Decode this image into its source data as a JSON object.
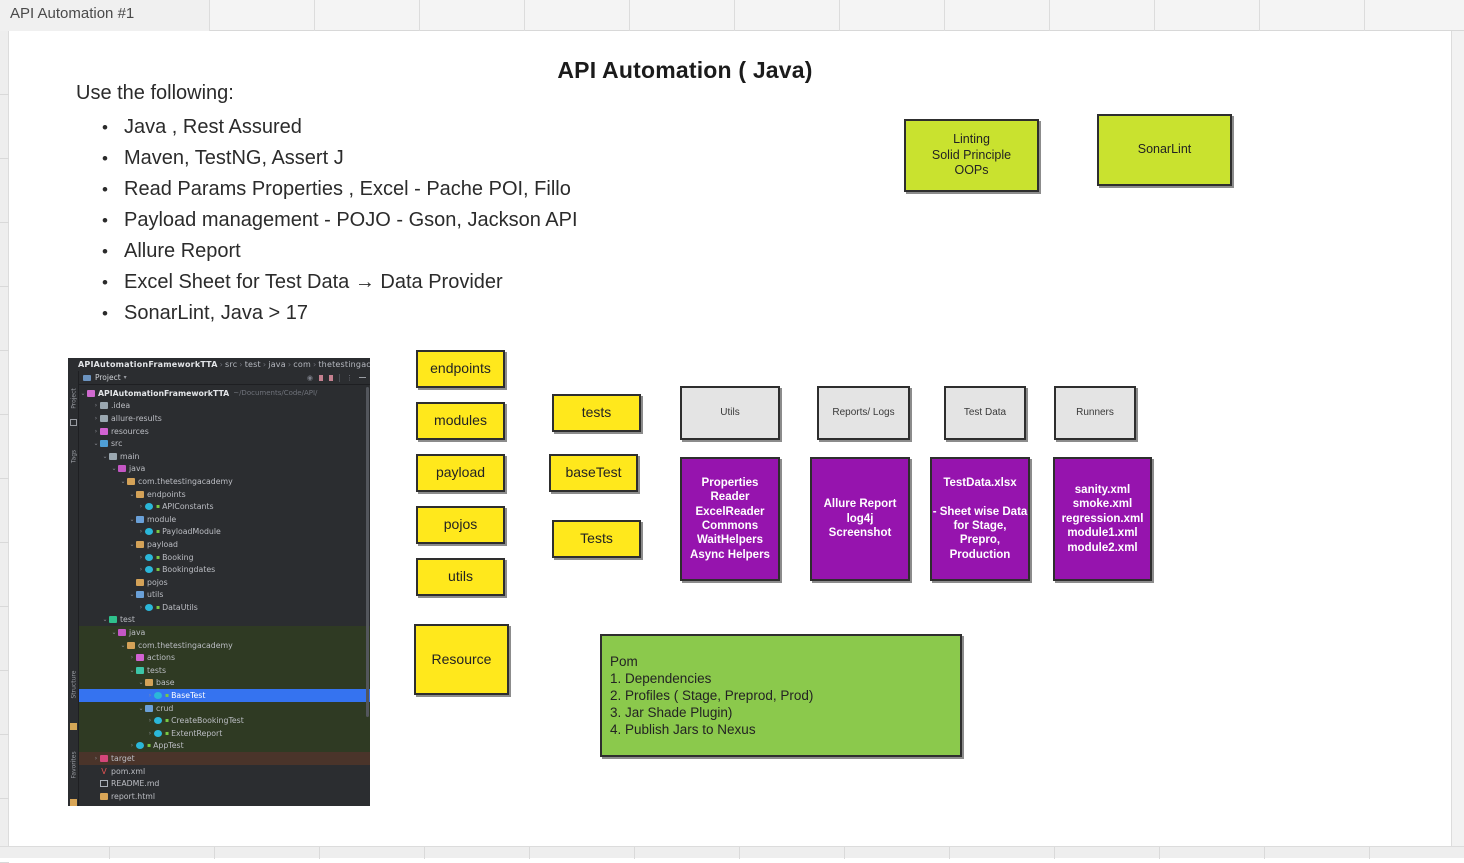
{
  "window": {
    "tab_label": "API Automation #1",
    "tab_count": 13
  },
  "canvas": {
    "title": "API Automation ( Java)",
    "intro_label": "Use the following:",
    "bullets": [
      "Java , Rest Assured",
      "Maven, TestNG,  Assert J",
      "Read Params Properties , Excel - Pache POI, Fillo",
      "Payload management - POJO - Gson, Jackson API",
      "Allure Report",
      "Excel Sheet for Test Data → Data Provider",
      "SonarLint, Java > 17"
    ],
    "lime_boxes": [
      {
        "text": "Linting\nSolid Principle\nOOPs"
      },
      {
        "text": "SonarLint"
      }
    ],
    "yellow_column_a": [
      {
        "text": "endpoints"
      },
      {
        "text": "modules"
      },
      {
        "text": "payload"
      },
      {
        "text": "pojos"
      },
      {
        "text": "utils"
      },
      {
        "text": "Resource"
      }
    ],
    "yellow_column_b": [
      {
        "text": "tests"
      },
      {
        "text": "baseTest"
      },
      {
        "text": "Tests"
      }
    ],
    "grey_headers": [
      {
        "text": "Utils"
      },
      {
        "text": "Reports/ Logs"
      },
      {
        "text": "Test Data"
      },
      {
        "text": "Runners"
      }
    ],
    "magenta_cards": [
      {
        "text": "Properties Reader\nExcelReader\nCommons\nWaitHelpers\nAsync Helpers"
      },
      {
        "text": "Allure Report\nlog4j\nScreenshot"
      },
      {
        "text": "TestData.xlsx\n\n- Sheet wise Data\nfor Stage, Prepro,\nProduction"
      },
      {
        "text": "sanity.xml\nsmoke.xml\nregression.xml\nmodule1.xml\nmodule2.xml"
      }
    ],
    "pom_box": {
      "text": "Pom\n1. Dependencies\n2. Profiles ( Stage, Preprod, Prod)\n3. Jar Shade Plugin)\n4. Publish Jars to Nexus"
    },
    "colors": {
      "yellow": "#ffe81c",
      "lime": "#c9e22f",
      "grey": "#e4e4e4",
      "magenta": "#9614ae",
      "green": "#8bc94c",
      "border": "#2e2e2e"
    }
  },
  "ide": {
    "breadcrumb": {
      "root": "APIAutomationFrameworkTTA",
      "segments": [
        "src",
        "test",
        "java",
        "com",
        "thetestingacadem"
      ]
    },
    "toolbar": {
      "title": "Project"
    },
    "rail_labels": [
      "Project",
      "Tags",
      "Structure",
      "Favorites"
    ],
    "project_root": {
      "label": "APIAutomationFrameworkTTA",
      "path": "~/Documents/Code/API/"
    },
    "tree": [
      {
        "depth": 1,
        "arrow": "›",
        "icon": "ico-folder",
        "label": ".idea"
      },
      {
        "depth": 1,
        "arrow": "›",
        "icon": "ico-folder",
        "label": "allure-results"
      },
      {
        "depth": 1,
        "arrow": "›",
        "icon": "ico-pink",
        "label": "resources"
      },
      {
        "depth": 1,
        "arrow": "⌄",
        "icon": "ico-src",
        "label": "src"
      },
      {
        "depth": 2,
        "arrow": "⌄",
        "icon": "ico-folder",
        "label": "main"
      },
      {
        "depth": 3,
        "arrow": "⌄",
        "icon": "ico-java",
        "label": "java"
      },
      {
        "depth": 4,
        "arrow": "⌄",
        "icon": "ico-pkg",
        "label": "com.thetestingacademy"
      },
      {
        "depth": 5,
        "arrow": "⌄",
        "icon": "ico-pkg",
        "label": "endpoints"
      },
      {
        "depth": 6,
        "arrow": "›",
        "icon": "ico-class",
        "label": "APIConstants",
        "cls": true
      },
      {
        "depth": 5,
        "arrow": "⌄",
        "icon": "ico-dirblue",
        "label": "module"
      },
      {
        "depth": 6,
        "arrow": "›",
        "icon": "ico-class",
        "label": "PayloadModule",
        "cls": true
      },
      {
        "depth": 5,
        "arrow": "⌄",
        "icon": "ico-pkg",
        "label": "payload"
      },
      {
        "depth": 6,
        "arrow": "›",
        "icon": "ico-class",
        "label": "Booking",
        "cls": true
      },
      {
        "depth": 6,
        "arrow": "›",
        "icon": "ico-class",
        "label": "Bookingdates",
        "cls": true
      },
      {
        "depth": 5,
        "arrow": "",
        "icon": "ico-pkg",
        "label": "pojos"
      },
      {
        "depth": 5,
        "arrow": "⌄",
        "icon": "ico-dirblue",
        "label": "utils"
      },
      {
        "depth": 6,
        "arrow": "›",
        "icon": "ico-class",
        "label": "DataUtils",
        "cls": true
      },
      {
        "depth": 2,
        "arrow": "⌄",
        "icon": "ico-testdir",
        "label": "test"
      },
      {
        "depth": 3,
        "arrow": "⌄",
        "icon": "ico-java",
        "label": "java",
        "hl": "hl-green"
      },
      {
        "depth": 4,
        "arrow": "⌄",
        "icon": "ico-pkg",
        "label": "com.thetestingacademy",
        "hl": "hl-green"
      },
      {
        "depth": 5,
        "arrow": "›",
        "icon": "ico-pink",
        "label": "actions",
        "hl": "hl-green"
      },
      {
        "depth": 5,
        "arrow": "⌄",
        "icon": "ico-test",
        "label": "tests",
        "hl": "hl-green"
      },
      {
        "depth": 6,
        "arrow": "⌄",
        "icon": "ico-pkg",
        "label": "base",
        "hl": "hl-green"
      },
      {
        "depth": 7,
        "arrow": "›",
        "icon": "ico-class",
        "label": "BaseTest",
        "cls": true,
        "hl": "hl-blue"
      },
      {
        "depth": 6,
        "arrow": "⌄",
        "icon": "ico-dirblue",
        "label": "crud",
        "hl": "hl-green"
      },
      {
        "depth": 7,
        "arrow": "›",
        "icon": "ico-class",
        "label": "CreateBookingTest",
        "cls": true,
        "hl": "hl-green"
      },
      {
        "depth": 7,
        "arrow": "›",
        "icon": "ico-class",
        "label": "ExtentReport",
        "cls": true,
        "hl": "hl-green"
      },
      {
        "depth": 5,
        "arrow": "›",
        "icon": "ico-class",
        "label": "AppTest",
        "cls": true,
        "hl": "hl-green"
      },
      {
        "depth": 1,
        "arrow": "›",
        "icon": "ico-target",
        "label": "target",
        "hl": "hl-brown"
      },
      {
        "depth": 1,
        "arrow": "",
        "icon": "pom",
        "label": "pom.xml"
      },
      {
        "depth": 1,
        "arrow": "",
        "icon": "md",
        "label": "README.md"
      },
      {
        "depth": 1,
        "arrow": "",
        "icon": "ico-gold",
        "label": "report.html"
      }
    ]
  }
}
